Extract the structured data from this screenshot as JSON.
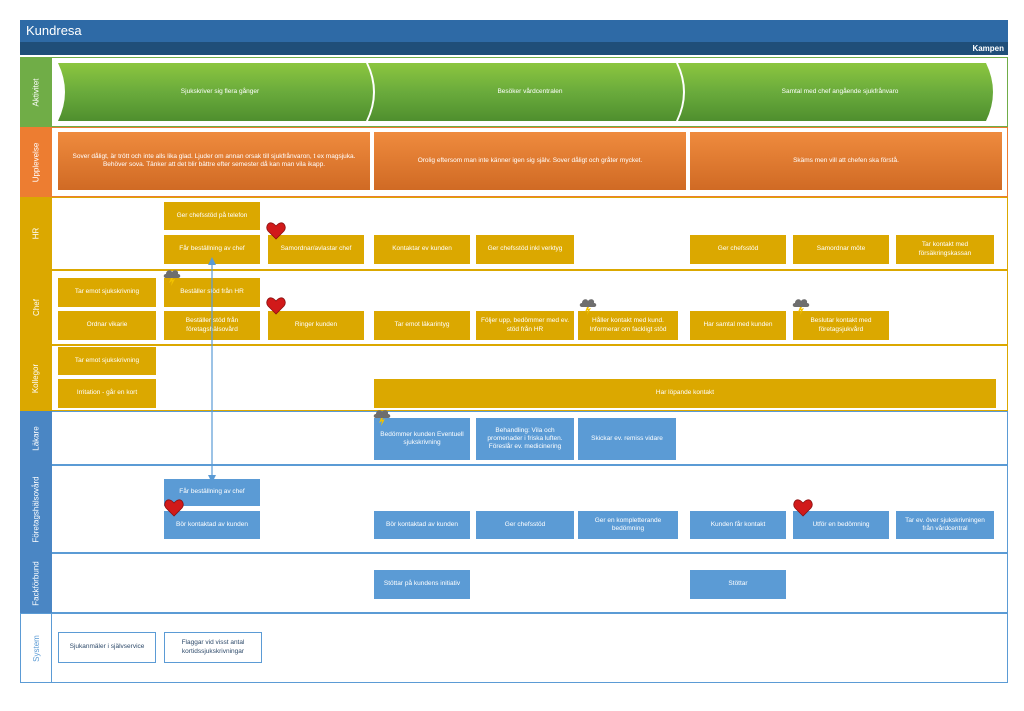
{
  "header": {
    "title": "Kundresa",
    "subtitle": "Kampen"
  },
  "lanes": {
    "aktivitet": "Aktivitet",
    "upplevelse": "Upplevelse",
    "hr": "HR",
    "chef": "Chef",
    "kollegor": "Kollegor",
    "lakare": "Läkare",
    "foretagshalsovard": "Företagshälsovård",
    "fackforbund": "Fackförbund",
    "system": "System"
  },
  "activities": [
    "Sjukskriver sig flera gånger",
    "Besöker vårdcentralen",
    "Samtal med chef angående sjukfrånvaro"
  ],
  "experiences": [
    "Sover dåligt, är trött och inte alls lika glad. Ljuder om annan orsak till sjukfrånvaron, t ex magsjuka. Behöver sova. Tänker att det blir bättre efter semester då kan man vila ikapp.",
    "Orolig eftersom man inte känner igen sig själv. Sover dåligt och gråter mycket.",
    "Skäms men vill att chefen ska förstå."
  ],
  "hr": {
    "b1": "Ger chefsstöd på telefon",
    "b2": "Får beställning av chef",
    "b3": "Samordnar/avlastar chef",
    "b4": "Kontaktar ev kunden",
    "b5": "Ger chefsstöd inkl verktyg",
    "b6": "Ger chefsstöd",
    "b7": "Samordnar möte",
    "b8": "Tar kontakt med försäkringskassan"
  },
  "chef": {
    "b1": "Tar emot sjukskrivning",
    "b2": "Beställer stöd från HR",
    "b3": "Ordnar vikarie",
    "b4": "Beställer stöd från företagshälsovård",
    "b5": "Ringer kunden",
    "b6": "Tar emot läkarintyg",
    "b7": "Följer upp, bedömmer med ev. stöd från HR",
    "b8": "Håller kontakt med kund. Informerar om fackligt stöd",
    "b9": "Har samtal med kunden",
    "b10": "Beslutar kontakt med företagsjukvård"
  },
  "kollegor": {
    "b1": "Tar emot sjukskrivning",
    "b2": "Irritation - går en kort",
    "b3": "Har löpande kontakt"
  },
  "lakare": {
    "b1": "Bedömmer kunden Eventuell sjukskrivning",
    "b2": "Behandling: Vila och promenader i friska luften. Föreslår ev. medicinering",
    "b3": "Skickar ev. remiss vidare"
  },
  "fhv": {
    "b1": "Får beställning av chef",
    "b2": "Bör kontaktad av kunden",
    "b3": "Bör kontaktad av kunden",
    "b4": "Ger chefsstöd",
    "b5": "Ger en kompletterande bedömning",
    "b6": "Kunden får kontakt",
    "b7": "Utför en bedömning",
    "b8": "Tar ev. över sjukskrivningen från vårdcentral"
  },
  "fack": {
    "b1": "Stöttar på kundens initiativ",
    "b2": "Stöttar"
  },
  "system": {
    "b1": "Sjukanmäler i självservice",
    "b2": "Flaggar vid visst antal kortidssjukskrivningar"
  },
  "icons": {
    "heart": "heart-icon",
    "storm": "storm-cloud-icon"
  },
  "colors": {
    "green": "#70ad47",
    "gold": "#dba800",
    "blue": "#5b9bd5",
    "orange": "#ed7d31",
    "header": "#2e6aa6"
  }
}
